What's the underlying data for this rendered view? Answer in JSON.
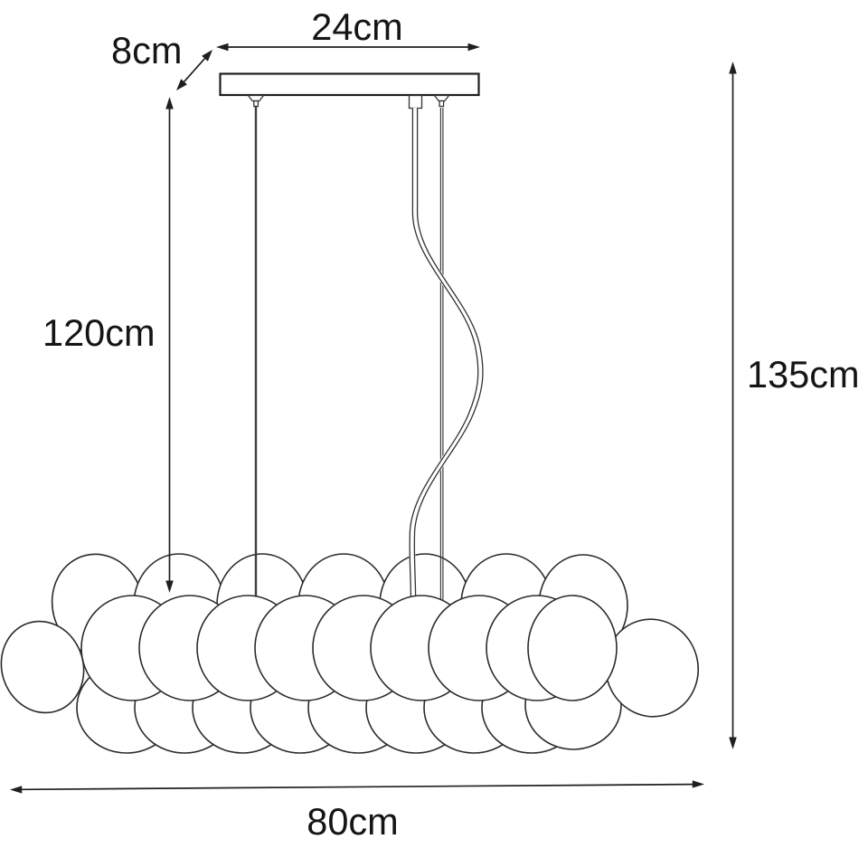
{
  "diagram": {
    "labels": {
      "canopy_width": "24cm",
      "canopy_depth": "8cm",
      "suspension_length": "120cm",
      "total_height": "135cm",
      "fixture_width": "80cm"
    },
    "colors": {
      "background": "#ffffff",
      "line": "#1f1f1f",
      "line_soft": "#2b2b2b"
    }
  }
}
